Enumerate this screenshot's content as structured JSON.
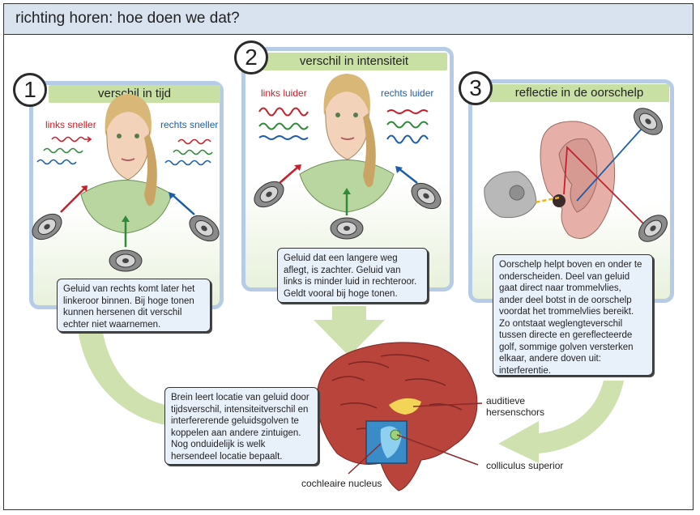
{
  "title": "richting horen: hoe doen we dat?",
  "panels": [
    {
      "number": "1",
      "heading": "verschil in tijd",
      "left_label": "links sneller",
      "right_label": "rechts sneller",
      "callout": "Geluid van rechts komt later het linkeroor binnen. Bij hoge tonen kunnen hersenen dit verschil echter niet waarnemen."
    },
    {
      "number": "2",
      "heading": "verschil in intensiteit",
      "left_label": "links luider",
      "right_label": "rechts luider",
      "callout": "Geluid dat een langere weg aflegt, is zachter. Geluid van links is minder luid in rechteroor. Geldt vooral bij hoge tonen."
    },
    {
      "number": "3",
      "heading": "reflectie in de oorschelp",
      "callout": "Oorschelp helpt boven en onder te onderscheiden. Deel van geluid gaat direct naar trommelvlies, ander deel botst in de oorschelp voordat het trommelvlies bereikt. Zo ontstaat weglengteverschil tussen directe en gereflecteerde golf, sommige golven versterken elkaar, andere doven uit: interferentie."
    }
  ],
  "brain": {
    "callout": "Brein leert locatie van geluid door tijdsverschil, intensiteitverschil en interfererende geluidsgolven te koppelen aan andere zintuigen. Nog onduidelijk is welk hersendeel locatie bepaalt.",
    "labels": {
      "auditory_cortex": "auditieve hersenschors",
      "colliculus": "colliculus superior",
      "cochlear": "cochleaire nucleus"
    }
  },
  "colors": {
    "panel_border": "#b6cbe5",
    "heading_bg": "#c9e0a5",
    "title_bg": "#d9e3ef",
    "callout_bg": "#e8f0fa",
    "wave_red": "#c8202a",
    "wave_green": "#2f8a3a",
    "wave_blue": "#1d5ea8",
    "flow_arrow": "#c9dea6"
  },
  "icons": [
    "speaker-icon",
    "head-illustration",
    "ear-illustration",
    "brain-illustration",
    "flow-arrow"
  ]
}
